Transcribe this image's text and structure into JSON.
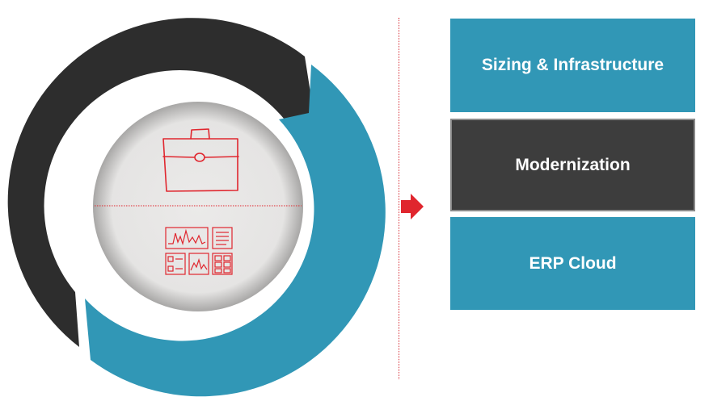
{
  "colors": {
    "blue": "#3197b6",
    "dark": "#2d2d2d",
    "dark_box": "#3d3d3d",
    "accent_red": "#e0262e",
    "inner_circle": "#e7e6e5"
  },
  "cycle": {
    "segments": [
      "dark-arc",
      "blue-arc"
    ],
    "center_icons": [
      "briefcase-icon",
      "dashboard-icon"
    ]
  },
  "boxes": [
    {
      "label": "Sizing & Infrastructure"
    },
    {
      "label": "Modernization"
    },
    {
      "label": "ERP Cloud"
    }
  ]
}
